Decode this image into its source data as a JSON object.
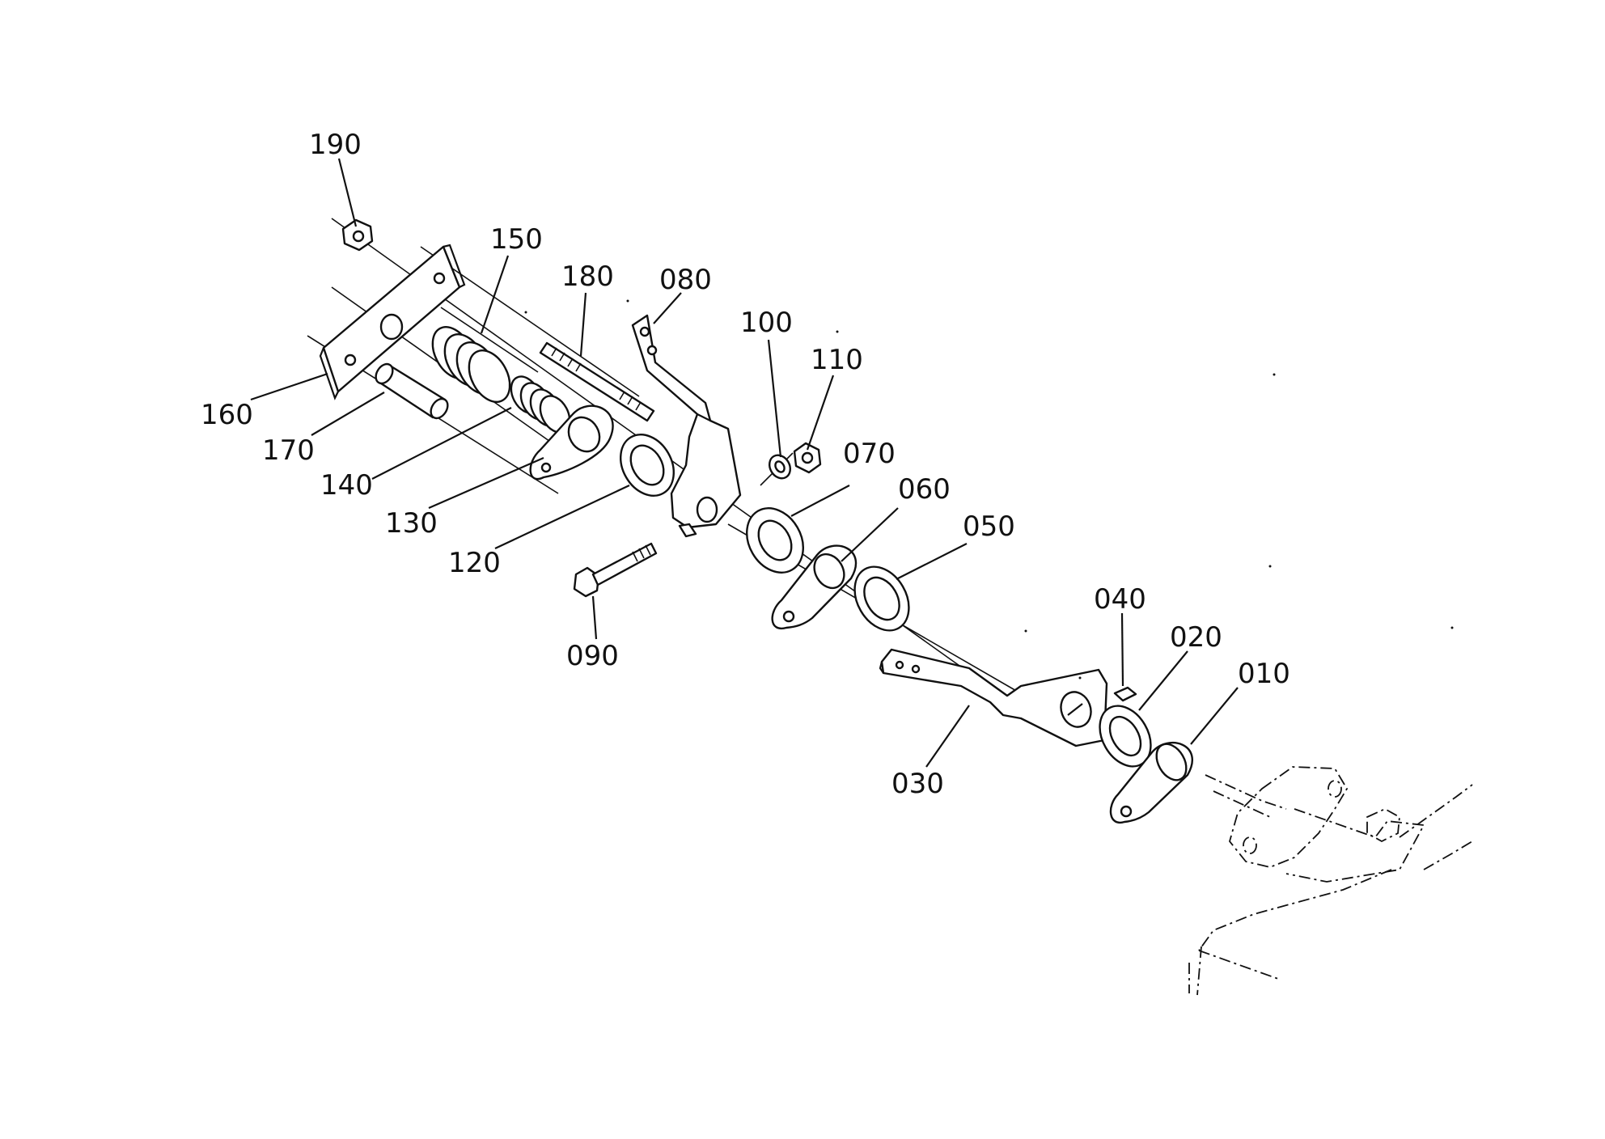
{
  "diagram": {
    "callouts": [
      {
        "id": "p190",
        "label": "190"
      },
      {
        "id": "p150",
        "label": "150"
      },
      {
        "id": "p180",
        "label": "180"
      },
      {
        "id": "p080",
        "label": "080"
      },
      {
        "id": "p100",
        "label": "100"
      },
      {
        "id": "p110",
        "label": "110"
      },
      {
        "id": "p070",
        "label": "070"
      },
      {
        "id": "p060",
        "label": "060"
      },
      {
        "id": "p050",
        "label": "050"
      },
      {
        "id": "p160",
        "label": "160"
      },
      {
        "id": "p170",
        "label": "170"
      },
      {
        "id": "p140",
        "label": "140"
      },
      {
        "id": "p130",
        "label": "130"
      },
      {
        "id": "p120",
        "label": "120"
      },
      {
        "id": "p090",
        "label": "090"
      },
      {
        "id": "p040",
        "label": "040"
      },
      {
        "id": "p020",
        "label": "020"
      },
      {
        "id": "p010",
        "label": "010"
      },
      {
        "id": "p030",
        "label": "030"
      }
    ]
  }
}
